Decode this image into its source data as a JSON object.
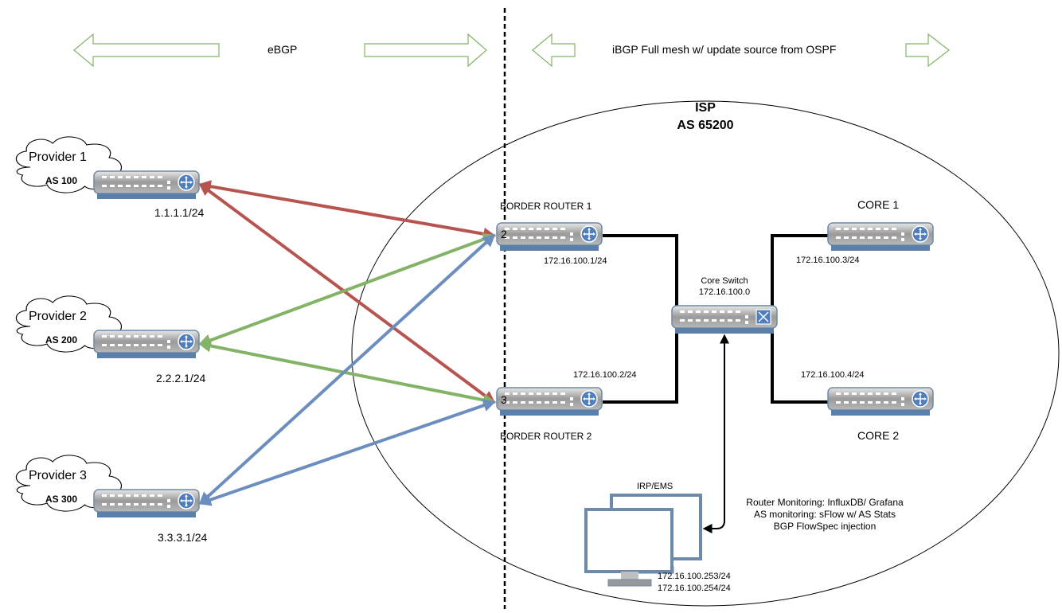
{
  "top": {
    "ebgp_label": "eBGP",
    "ibgp_label": "iBGP Full mesh w/ update source from OSPF"
  },
  "isp": {
    "title": "ISP",
    "as": "AS 65200"
  },
  "providers": [
    {
      "name": "Provider 1",
      "as": "AS 100",
      "ip": "1.1.1.1/24"
    },
    {
      "name": "Provider 2",
      "as": "AS 200",
      "ip": "2.2.2.1/24"
    },
    {
      "name": "Provider 3",
      "as": "AS 300",
      "ip": "3.3.3.1/24"
    }
  ],
  "border_routers": [
    {
      "name": "BORDER ROUTER 1",
      "num": "2",
      "ip": "172.16.100.1/24"
    },
    {
      "name": "BORDER ROUTER 2",
      "num": "3",
      "ip": "172.16.100.2/24"
    }
  ],
  "core_switch": {
    "name": "Core Switch",
    "ip": "172.16.100.0"
  },
  "cores": [
    {
      "name": "CORE 1",
      "ip": "172.16.100.3/24"
    },
    {
      "name": "CORE 2",
      "ip": "172.16.100.4/24"
    }
  ],
  "irp": {
    "name": "IRP/EMS",
    "ip1": "172.16.100.253/24",
    "ip2": "172.16.100.254/24"
  },
  "monitoring": {
    "line1": "Router Monitoring: InfluxDB/ Grafana",
    "line2": "AS monitoring: sFlow w/ AS Stats",
    "line3": "BGP FlowSpec injection"
  },
  "colors": {
    "provider1_link": "#b85450",
    "provider2_link": "#82b366",
    "provider3_link": "#6c8ebf",
    "arrow_outline": "#82b366"
  },
  "icons": {
    "router": "router-icon",
    "switch": "switch-icon",
    "cloud": "cloud-icon",
    "workstation": "monitor-icon"
  }
}
